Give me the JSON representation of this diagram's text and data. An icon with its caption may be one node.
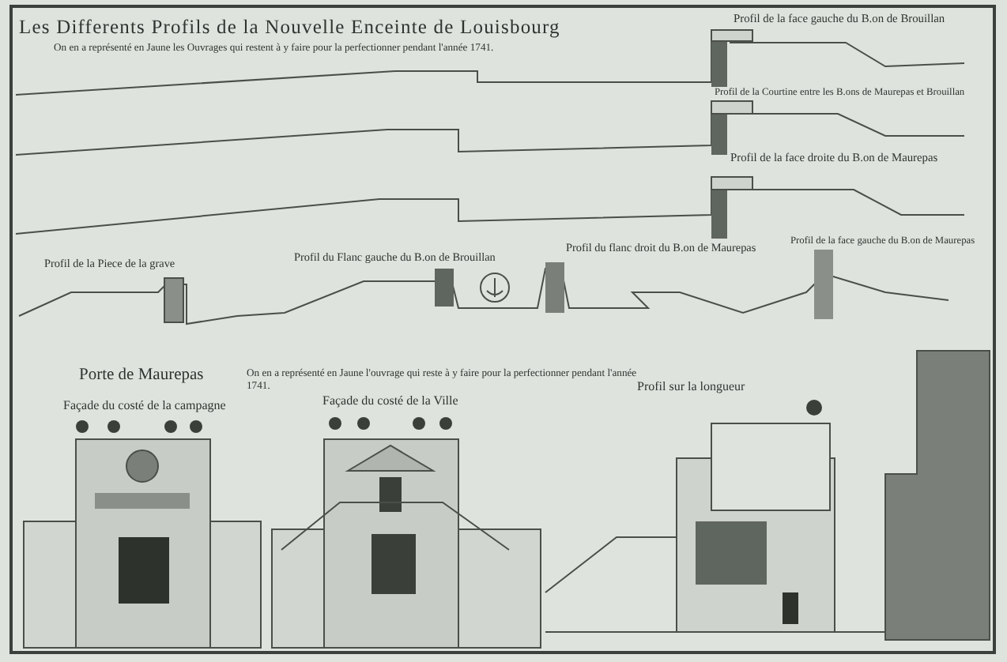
{
  "diagram": {
    "title": "Les Differents Profils de la Nouvelle Enceinte de Louisbourg",
    "labels": [
      "On en a représenté en Jaune les Ouvrages qui restent à y faire pour la perfectionner pendant l'année 1741.",
      "Profil de la face gauche du B.on de Brouillan",
      "Profil de la Courtine entre les B.ons de Maurepas et Brouillan",
      "Profil de la face droite du B.on de Maurepas",
      "Profil de la Piece de la grave",
      "Profil du Flanc gauche du B.on de Brouillan",
      "Profil du flanc droit du B.on de Maurepas",
      "Profil de la face gauche du B.on de Maurepas",
      "Porte de Maurepas",
      "On en a représenté en Jaune l'ouvrage qui reste à y faire pour la perfectionner pendant l'année 1741.",
      "Façade du costé de la campagne",
      "Façade du costé de la Ville",
      "Profil sur la longueur"
    ]
  }
}
